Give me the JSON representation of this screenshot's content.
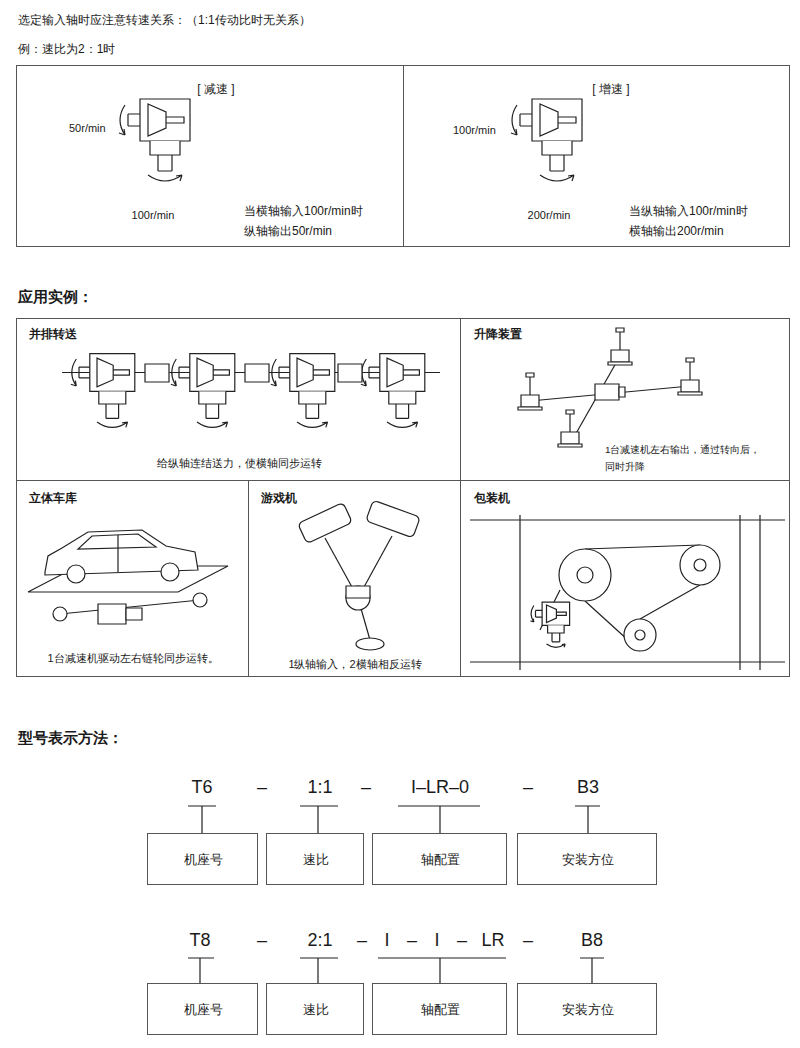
{
  "diagram": {
    "nodes": [
      {
        "text": [
          "[ 减速 ]",
          "50r/min",
          "100r/min",
          "当横轴输入100r/min时 纵轴输出50r/min"
        ]
      },
      {
        "text": [
          "[ 增速 ]",
          "100r/min",
          "200r/min",
          "当纵轴输入100r/min时 横轴输出200r/min"
        ]
      },
      {
        "text": [
          "并排转送",
          "给纵轴连结送力，使横轴同步运转"
        ]
      },
      {
        "text": [
          "升降装置",
          "1台减速机左右输出，通过转向后， 同时升降"
        ]
      },
      {
        "text": [
          "立体车库",
          "1台减速机驱动左右链轮同步运转。"
        ]
      },
      {
        "text": [
          "游戏机",
          "1纵轴输入，2横轴相反运转"
        ]
      },
      {
        "text": [
          "包装机"
        ]
      },
      {
        "text": [
          "机座号"
        ]
      },
      {
        "text": [
          "速比"
        ]
      },
      {
        "text": [
          "轴配置"
        ]
      },
      {
        "text": [
          "安装方位"
        ]
      },
      {
        "text": [
          "机座号"
        ]
      },
      {
        "text": [
          "速比"
        ]
      },
      {
        "text": [
          "轴配置"
        ]
      },
      {
        "text": [
          "安装方位"
        ]
      }
    ],
    "labels": [
      "选定输入轴时应注意转速关系：（1:1传动比时无关系）",
      "例：速比为2：1时",
      "应用实例：",
      "型号表示方法：",
      "T6",
      "–",
      "1:1",
      "–",
      "I–LR–0",
      "–",
      "B3",
      "T8",
      "–",
      "2:1",
      "–",
      "I",
      "–",
      "I",
      "–",
      "LR",
      "–",
      "B8"
    ]
  }
}
